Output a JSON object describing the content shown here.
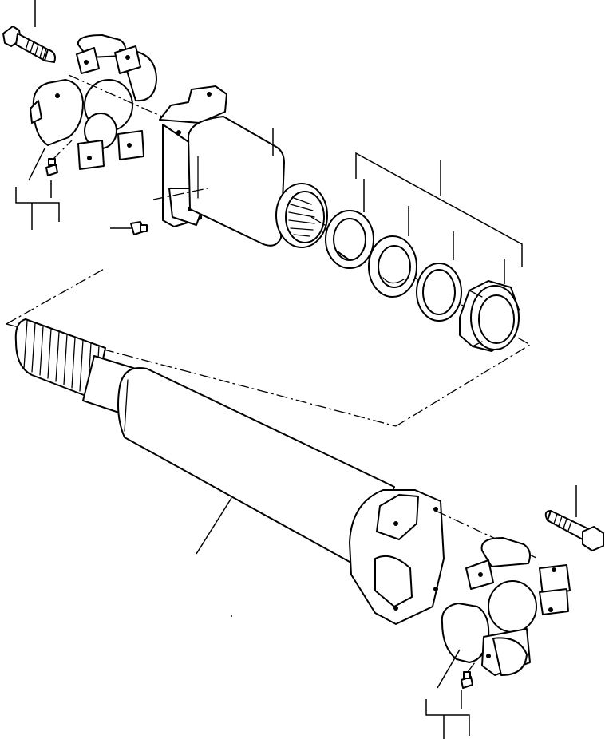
{
  "diagram": {
    "parts": [
      {
        "id": "bolt-upper",
        "icon": "bolt-icon"
      },
      {
        "id": "u-joint-upper",
        "icon": "universal-joint-icon"
      },
      {
        "id": "grease-fitting-upper",
        "icon": "grease-fitting-icon"
      },
      {
        "id": "slip-yoke",
        "icon": "slip-yoke-icon"
      },
      {
        "id": "grease-fitting-yoke",
        "icon": "grease-fitting-icon"
      },
      {
        "id": "snap-ring",
        "icon": "snap-ring-icon"
      },
      {
        "id": "felt-seal",
        "icon": "seal-ring-icon"
      },
      {
        "id": "washer",
        "icon": "washer-icon"
      },
      {
        "id": "dust-cap",
        "icon": "dust-cap-icon"
      },
      {
        "id": "drive-shaft-tube",
        "icon": "splined-shaft-icon"
      },
      {
        "id": "bolt-lower",
        "icon": "bolt-icon"
      },
      {
        "id": "u-joint-lower",
        "icon": "universal-joint-icon"
      },
      {
        "id": "grease-fitting-lower",
        "icon": "grease-fitting-icon"
      }
    ],
    "colors": {
      "line": "#000000",
      "background": "#ffffff"
    }
  }
}
